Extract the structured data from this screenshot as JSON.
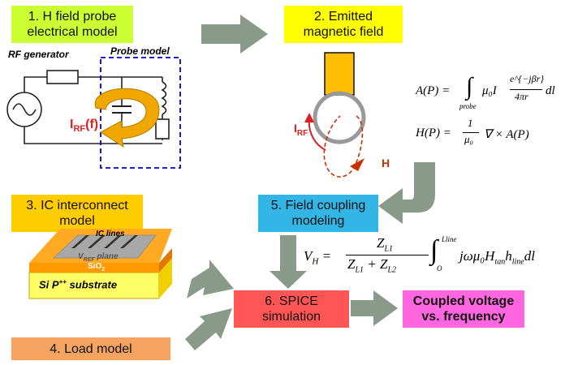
{
  "colors": {
    "box1": "#ccff33",
    "box2": "#ffff00",
    "box3": "#ffcc00",
    "box4": "#f4a460",
    "box5": "#33b5e5",
    "box6": "#ff5555",
    "box7": "#ff66e0",
    "arrow": "#8a9a8a",
    "probe_dash": "#0000cc",
    "hook": "#f0a800",
    "red_label": "#e02020"
  },
  "steps": {
    "s1": {
      "line1": "1. H field probe",
      "line2": "electrical model"
    },
    "s2": {
      "line1": "2. Emitted",
      "line2": "magnetic field"
    },
    "s3": {
      "line1": "3. IC interconnect",
      "line2": "model"
    },
    "s4": {
      "label": "4. Load model"
    },
    "s5": {
      "line1": "5. Field coupling",
      "line2": "modeling"
    },
    "s6": {
      "line1": "6. SPICE",
      "line2": "simulation"
    },
    "s7": {
      "line1": "Coupled voltage",
      "line2": "vs. frequency"
    }
  },
  "circuit": {
    "rf_generator": "RF generator",
    "probe_model": "Probe model",
    "current_main": "I",
    "current_sub": "RF",
    "current_arg": "(f)"
  },
  "ic": {
    "ic_lines": "IC lines",
    "vref_main": "V",
    "vref_sub": "REF",
    "vref_rest": " plane",
    "sio2_main": "SiO",
    "sio2_sub": "2",
    "substrate": "Si P",
    "substrate_sup": "++",
    "substrate_rest": " substrate"
  },
  "field": {
    "irf_main": "I",
    "irf_sub": "RF",
    "h_label": "H"
  },
  "equations": {
    "A_lhs": "A(P) =",
    "A_int_lower": "probe",
    "A_body": "μ₀I",
    "A_num": "e^{−jβr}",
    "A_den": "4πr",
    "A_dl": "dl",
    "H_lhs": "H(P) =",
    "H_num": "1",
    "H_den": "μ₀",
    "H_rhs": "∇ × A(P)",
    "V_lhs": "V",
    "V_sub": "H",
    "V_num": "Z",
    "V_num_sub": "L1",
    "V_den1": "Z",
    "V_den1_sub": "L1",
    "V_den_plus": "+ Z",
    "V_den2_sub": "L2",
    "V_int_upper": "Lline",
    "V_int_lower": "O",
    "V_body": "jωμ₀H",
    "V_tan": "tan",
    "V_h": "h",
    "V_line": "line",
    "V_dl": "dl"
  }
}
